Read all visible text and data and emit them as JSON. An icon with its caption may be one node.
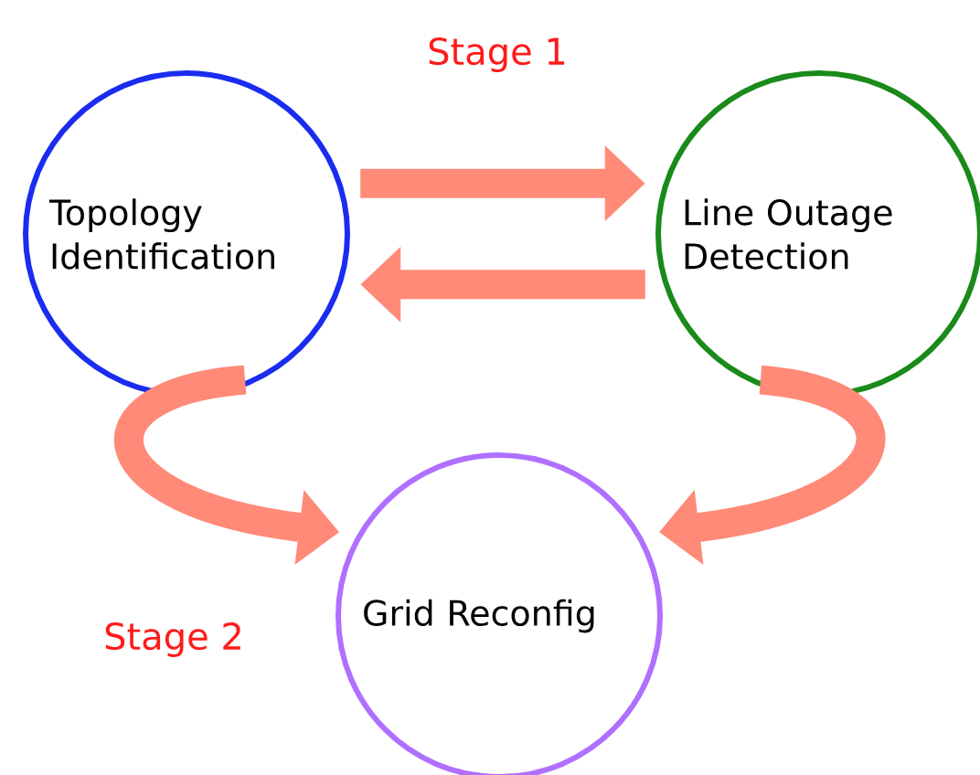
{
  "diagram": {
    "nodes": [
      {
        "text": [
          "Topology Identification"
        ]
      },
      {
        "text": [
          "Line Outage Detection"
        ]
      },
      {
        "text": [
          "Grid Reconfig"
        ]
      }
    ],
    "edges": [
      {
        "from": 0,
        "to": 1,
        "arrow": "to"
      },
      {
        "from": 1,
        "to": 0,
        "arrow": "to"
      },
      {
        "from": 0,
        "to": 2,
        "arrow": "to"
      },
      {
        "from": 1,
        "to": 2,
        "arrow": "to"
      }
    ],
    "labels": [
      "Stage 1",
      "Stage 2"
    ]
  }
}
